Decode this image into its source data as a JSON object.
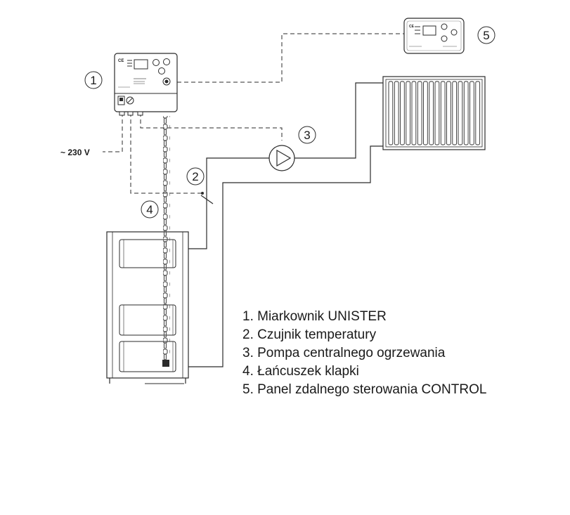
{
  "diagram": {
    "callouts": {
      "c1": "1",
      "c2": "2",
      "c3": "3",
      "c4": "4",
      "c5": "5"
    },
    "voltage_label": "~ 230 V",
    "controller": {
      "mark": "CE"
    },
    "remote_panel": {
      "mark": "CE"
    }
  },
  "legend": {
    "items": [
      "1. Miarkownik UNISTER",
      "2. Czujnik temperatury",
      "3. Pompa centralnego ogrzewania",
      "4. Łańcuszek klapki",
      "5. Panel zdalnego sterowania CONTROL"
    ]
  },
  "colors": {
    "line": "#2b2b2b",
    "background": "#ffffff"
  }
}
